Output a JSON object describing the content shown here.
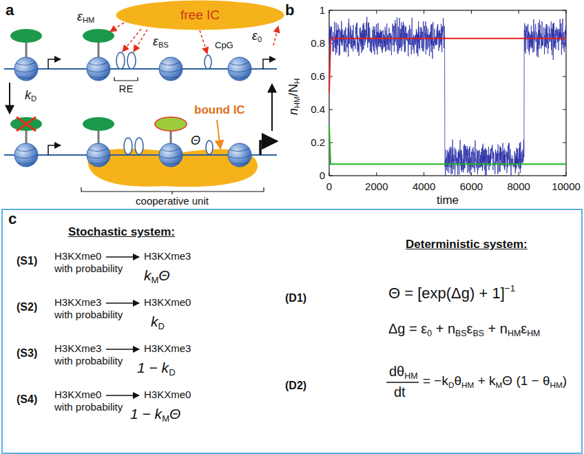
{
  "diagram": {
    "nodes": [
      {
        "text": [
          "free IC"
        ]
      },
      {
        "text": [
          "c",
          "Stochastic system:",
          "(S1)",
          "H3KXme0",
          "H3KXme3",
          "with probability",
          "k",
          "M",
          "Θ",
          "(S2)",
          "H3KXme3",
          "H3KXme0",
          "with probability",
          "k",
          "D",
          "(S3)",
          "H3KXme3",
          "H3KXme3",
          "with probability",
          "1 − k",
          "D",
          "(S4)",
          "H3KXme0",
          "H3KXme0",
          "with probability",
          "1 − k",
          "M",
          "Θ",
          "Deterministic system:",
          "(D1)",
          "Θ = [exp(Δg) + 1]",
          "−1",
          "Δg = ε",
          "0",
          " + n",
          "BS",
          "ε",
          "BS",
          " + n",
          "HM",
          "ε",
          "HM",
          "(D2)",
          "dθ",
          "HM",
          "dt",
          "= −k",
          "D",
          "θ",
          "HM",
          " + k",
          "M",
          "Θ (1 − θ",
          "HM",
          ")"
        ]
      }
    ],
    "labels": [
      "a",
      "ε",
      "HM",
      "ε",
      "BS",
      "CpG",
      "ε",
      "0",
      "RE",
      "k",
      "D",
      "bound IC",
      "Θ",
      "cooperative unit",
      "b",
      "1",
      "0.8",
      "0.6",
      "0.4",
      "0.2",
      "0",
      "0",
      "2000",
      "4000",
      "6000",
      "8000",
      "10000",
      "time",
      "n",
      "HM",
      "/N",
      "H"
    ]
  }
}
